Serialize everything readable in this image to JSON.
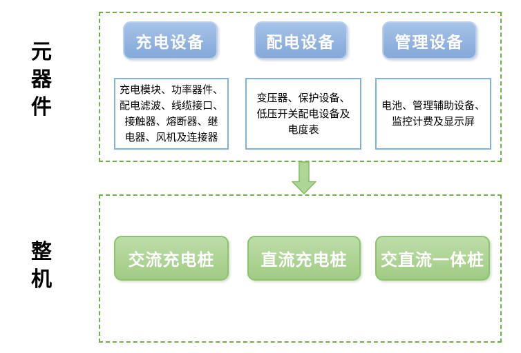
{
  "labels": {
    "components": "元器件",
    "machines": "整机"
  },
  "components_section": {
    "groups": [
      {
        "header": "充电设备",
        "detail": "充电模块、功率器件、\n配电滤波、线缆接口、\n接触器、熔断器、继\n电器、风机及连接器"
      },
      {
        "header": "配电设备",
        "detail": "变压器、保护设备、\n低压开关配电设备及\n电度表"
      },
      {
        "header": "管理设备",
        "detail": "电池、管理辅助设备、\n监控计费及显示屏"
      }
    ]
  },
  "machines_section": {
    "items": [
      "交流充电桩",
      "直流充电桩",
      "交直流一体桩"
    ]
  },
  "icons": {
    "down_arrow": "down-arrow"
  },
  "colors": {
    "section_border_green": "#70AD47",
    "header_fill_blue": "#8CAEDC",
    "header_border_blue": "#BCD0EA",
    "detail_border_blue": "#7EB3E0",
    "machine_fill_green": "#A9D18E",
    "machine_border_green": "#8CC36E",
    "arrow_fill": "#AED699",
    "arrow_stroke": "#85BD63",
    "text_white": "#FFFFFF",
    "text_black": "#000000"
  }
}
